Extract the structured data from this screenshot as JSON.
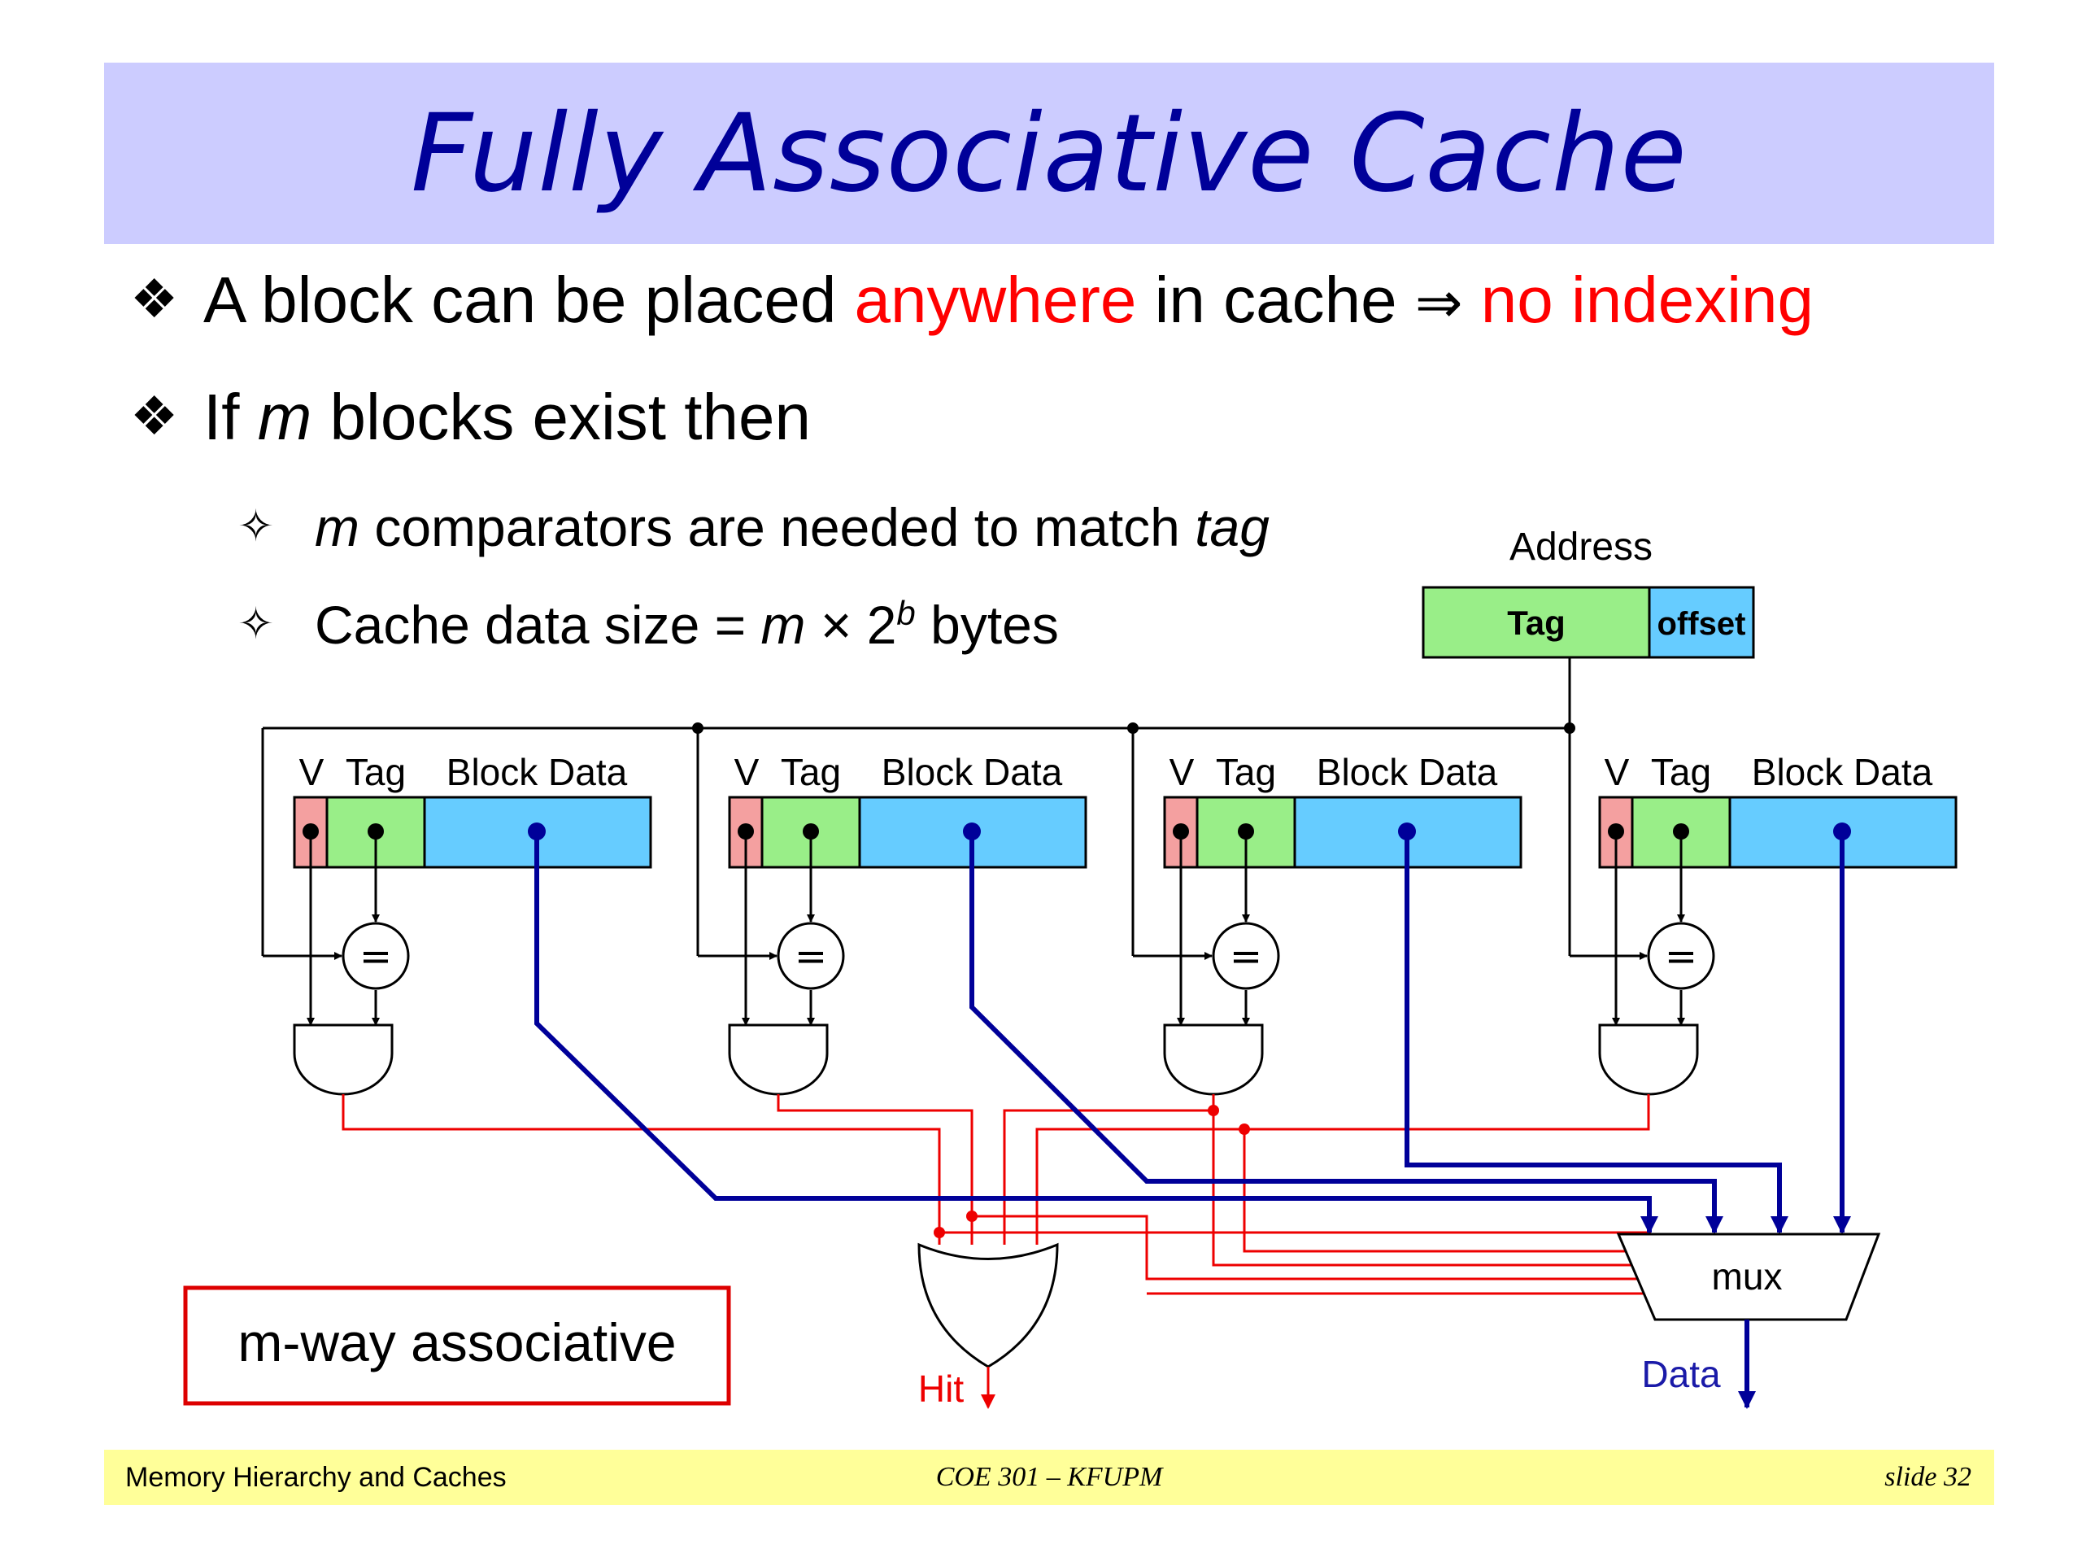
{
  "slide": {
    "title": "Fully Associative Cache",
    "bullet1": {
      "pre": "A block can be placed ",
      "highlight1": "anywhere",
      "mid": " in cache ",
      "arrow": "⇒",
      "highlight2": "no indexing"
    },
    "bullet2": {
      "pre": "If ",
      "var": "m",
      "post": " blocks exist then"
    },
    "sub1": {
      "var": "m",
      "mid": " comparators are needed to match ",
      "tail": "tag"
    },
    "sub2": {
      "pre": "Cache data size = ",
      "var": "m",
      "times": " × 2",
      "sup": "b",
      "post": " bytes"
    },
    "bullet_marker": "❖",
    "sub_marker": "✧"
  },
  "diagram": {
    "address_label": "Address",
    "address_tag": "Tag",
    "address_offset": "offset",
    "block_header": {
      "v": "V",
      "tag": "Tag",
      "data": "Block Data"
    },
    "block_count": 4,
    "comparator_symbol": "=",
    "mux_label": "mux",
    "hit_label": "Hit",
    "data_label": "Data",
    "assoc_box": "m-way associative",
    "colors": {
      "valid": "#f4a0a0",
      "tag": "#99ee88",
      "data": "#66ccff",
      "offset": "#66ccff",
      "hit_wire": "#ee0000",
      "data_wire": "#000099",
      "label_blue": "#1a1aa8"
    }
  },
  "footer": {
    "left": "Memory Hierarchy and Caches",
    "center": "COE 301 – KFUPM",
    "right": "slide 32"
  }
}
